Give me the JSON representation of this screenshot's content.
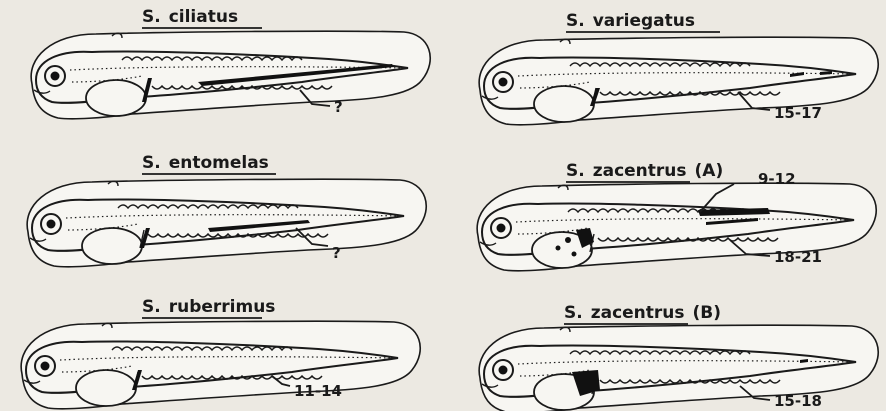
{
  "panels": [
    {
      "genus": "S.",
      "species": "ciliatus",
      "suffix": "",
      "labels": [
        "?"
      ]
    },
    {
      "genus": "S.",
      "species": "variegatus",
      "suffix": "",
      "labels": [
        "15-17"
      ]
    },
    {
      "genus": "S.",
      "species": "entomelas",
      "suffix": "",
      "labels": [
        "?"
      ]
    },
    {
      "genus": "S.",
      "species": "zacentrus",
      "suffix": "(A)",
      "labels": [
        "9-12",
        "18-21"
      ]
    },
    {
      "genus": "S.",
      "species": "ruberrimus",
      "suffix": "",
      "labels": [
        "11-14"
      ]
    },
    {
      "genus": "S.",
      "species": "zacentrus",
      "suffix": "(B)",
      "labels": [
        "15-18"
      ]
    }
  ]
}
